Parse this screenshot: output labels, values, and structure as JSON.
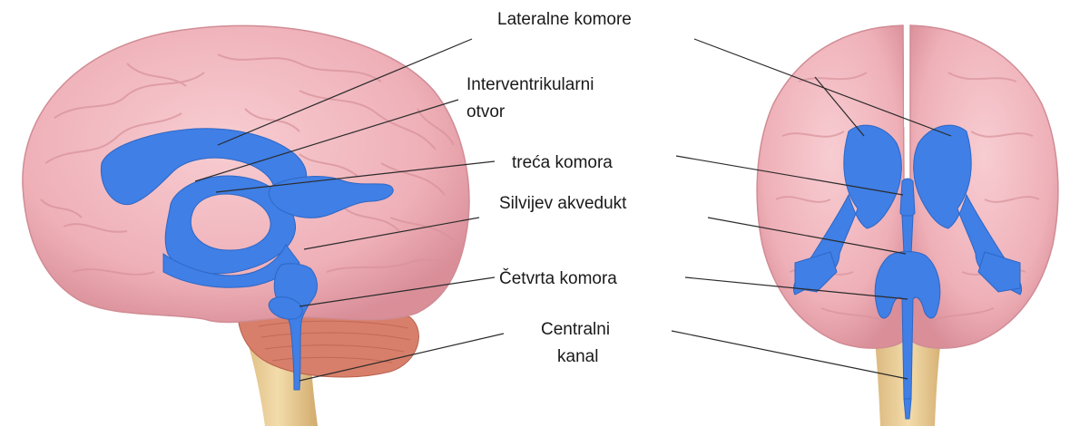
{
  "labels": {
    "lateral_ventricles": "Lateralne komore",
    "interventricular_foramen_line1": "Interventrikularni",
    "interventricular_foramen_line2": "otvor",
    "third_ventricle": "treća komora",
    "cerebral_aqueduct": "Silvijev akvedukt",
    "fourth_ventricle": "Četvrta komora",
    "central_canal_line1": "Centralni",
    "central_canal_line2": "kanal"
  },
  "colors": {
    "brain": "#f2b7bd",
    "brain_shadow": "#e39aa3",
    "ventricle": "#3f7fe6",
    "cerebellum": "#d8806a",
    "brainstem": "#efd29a",
    "leader_line": "#2b2b2b"
  }
}
